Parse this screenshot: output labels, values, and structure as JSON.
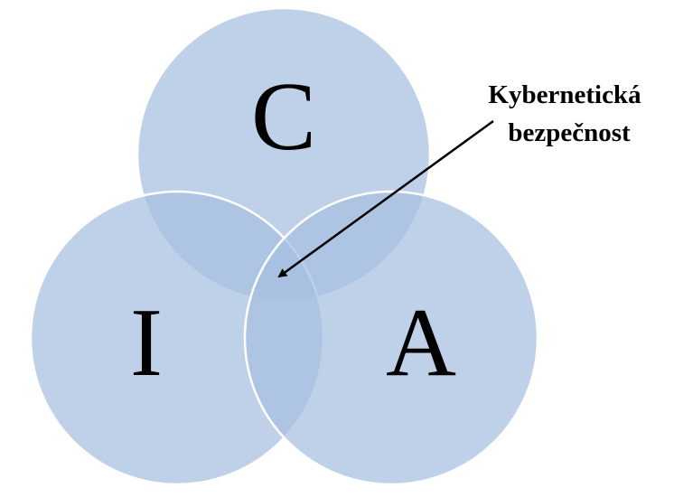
{
  "diagram": {
    "circles": {
      "confidentiality": {
        "label": "C"
      },
      "integrity": {
        "label": "I"
      },
      "availability": {
        "label": "A"
      }
    },
    "callout": {
      "line1": "Kybernetická",
      "line2": "bezpečnost"
    },
    "colors": {
      "circle_fill": "#a6bfdf",
      "circle_outline": "#ffffff",
      "arrow": "#000000"
    }
  }
}
